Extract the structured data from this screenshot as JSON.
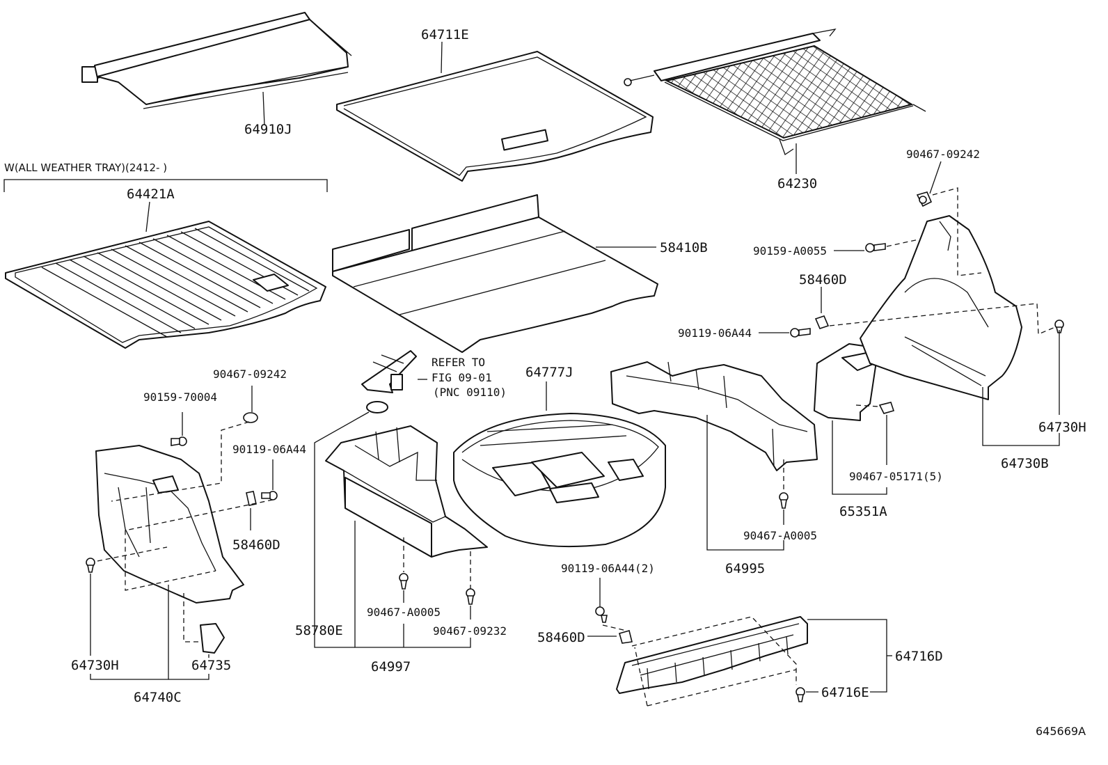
{
  "labels": {
    "p64910J": "64910J",
    "p64711E": "64711E",
    "p64230": "64230",
    "p64421A": "64421A",
    "p58410B": "58410B",
    "p90467_09242_a": "90467-09242",
    "p90159_A0055": "90159-A0055",
    "p58460D_a": "58460D",
    "p90119_06A44_a": "90119-06A44",
    "p64730H_a": "64730H",
    "p64730B": "64730B",
    "p90467_05171": "90467-05171(5)",
    "p65351A": "65351A",
    "p90467_A0005_a": "90467-A0005",
    "p64995": "64995",
    "p64777J": "64777J",
    "p90467_09242_b": "90467-09242",
    "p90159_70004": "90159-70004",
    "p90119_06A44_b": "90119-06A44",
    "p58460D_b": "58460D",
    "p64730H_b": "64730H",
    "p64735": "64735",
    "p64740C": "64740C",
    "p58780E": "58780E",
    "p90467_A0005_b": "90467-A0005",
    "p90467_09232": "90467-09232",
    "p64997": "64997",
    "p90119_06A44_2": "90119-06A44(2)",
    "p58460D_c": "58460D",
    "p64716D": "64716D",
    "p64716E": "64716E"
  },
  "refer": {
    "line1": "REFER TO",
    "line2": "FIG 09-01",
    "line3": "(PNC 09110)"
  },
  "note": "W(ALL WEATHER TRAY)(2412-         )",
  "figure_code": "645669A"
}
